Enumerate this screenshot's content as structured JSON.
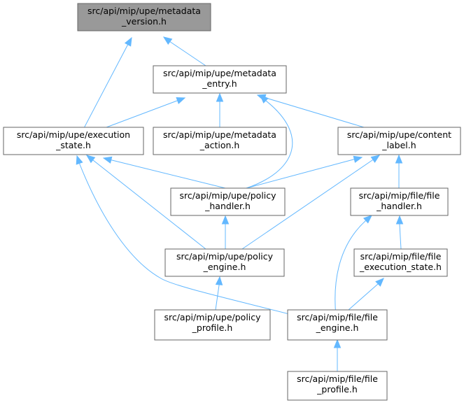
{
  "diagram": {
    "nodes": [
      {
        "id": "metadata_version",
        "line1": "src/api/mip/upe/metadata",
        "line2": "_version.h",
        "root": true
      },
      {
        "id": "metadata_entry",
        "line1": "src/api/mip/upe/metadata",
        "line2": "_entry.h"
      },
      {
        "id": "execution_state",
        "line1": "src/api/mip/upe/execution",
        "line2": "_state.h"
      },
      {
        "id": "metadata_action",
        "line1": "src/api/mip/upe/metadata",
        "line2": "_action.h"
      },
      {
        "id": "content_label",
        "line1": "src/api/mip/upe/content",
        "line2": "_label.h"
      },
      {
        "id": "policy_handler",
        "line1": "src/api/mip/upe/policy",
        "line2": "_handler.h"
      },
      {
        "id": "file_handler",
        "line1": "src/api/mip/file/file",
        "line2": "_handler.h"
      },
      {
        "id": "policy_engine",
        "line1": "src/api/mip/upe/policy",
        "line2": "_engine.h"
      },
      {
        "id": "file_execution_state",
        "line1": "src/api/mip/file/file",
        "line2": "_execution_state.h"
      },
      {
        "id": "policy_profile",
        "line1": "src/api/mip/upe/policy",
        "line2": "_profile.h"
      },
      {
        "id": "file_engine",
        "line1": "src/api/mip/file/file",
        "line2": "_engine.h"
      },
      {
        "id": "file_profile",
        "line1": "src/api/mip/file/file",
        "line2": "_profile.h"
      }
    ],
    "edges": [
      {
        "from": "metadata_version",
        "to": "execution_state"
      },
      {
        "from": "metadata_version",
        "to": "metadata_entry"
      },
      {
        "from": "metadata_entry",
        "to": "execution_state"
      },
      {
        "from": "metadata_entry",
        "to": "metadata_action"
      },
      {
        "from": "metadata_entry",
        "to": "content_label"
      },
      {
        "from": "metadata_entry",
        "to": "policy_handler"
      },
      {
        "from": "execution_state",
        "to": "policy_handler"
      },
      {
        "from": "execution_state",
        "to": "policy_engine"
      },
      {
        "from": "execution_state",
        "to": "file_engine"
      },
      {
        "from": "content_label",
        "to": "policy_handler"
      },
      {
        "from": "content_label",
        "to": "policy_engine"
      },
      {
        "from": "content_label",
        "to": "file_handler"
      },
      {
        "from": "policy_handler",
        "to": "policy_engine"
      },
      {
        "from": "file_handler",
        "to": "file_execution_state"
      },
      {
        "from": "file_handler",
        "to": "file_engine"
      },
      {
        "from": "policy_engine",
        "to": "policy_profile"
      },
      {
        "from": "file_execution_state",
        "to": "file_engine"
      },
      {
        "from": "file_engine",
        "to": "file_profile"
      }
    ]
  }
}
